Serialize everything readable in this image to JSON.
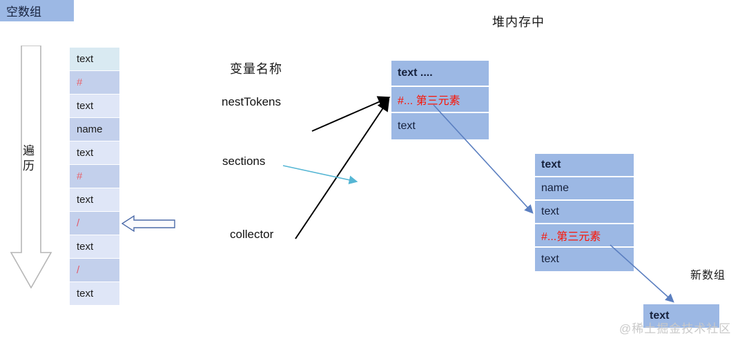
{
  "diagram": {
    "heap_title": "堆内存中",
    "variables_header": "变量名称",
    "traverse_label": "遍\n历",
    "watermark": "@稀土掘金技术社区",
    "new_array_label": "新数组",
    "colors": {
      "heap_box_fill": "#9cb8e4",
      "token_light": "#dfe6f7",
      "token_dark": "#c3d0ec",
      "token_top": "#d9eaf2",
      "red_text": "#fa1405",
      "token_symbol": "#e8636c",
      "connector_blue": "#5b7fc0",
      "connector_teal": "#55b6d4",
      "connector_black": "#000000"
    }
  },
  "token_column": {
    "cells": [
      {
        "text": "text",
        "shade": "c",
        "kind": "text"
      },
      {
        "text": "#",
        "shade": "b",
        "kind": "sym"
      },
      {
        "text": "text",
        "shade": "a",
        "kind": "text"
      },
      {
        "text": "name",
        "shade": "b",
        "kind": "text"
      },
      {
        "text": "text",
        "shade": "a",
        "kind": "text"
      },
      {
        "text": "#",
        "shade": "b",
        "kind": "sym"
      },
      {
        "text": "text",
        "shade": "a",
        "kind": "text"
      },
      {
        "text": "/",
        "shade": "b",
        "kind": "slash"
      },
      {
        "text": "text",
        "shade": "a",
        "kind": "text"
      },
      {
        "text": "/",
        "shade": "b",
        "kind": "slash"
      },
      {
        "text": "text",
        "shade": "a",
        "kind": "text"
      }
    ]
  },
  "variables": [
    {
      "name": "nestTokens"
    },
    {
      "name": "sections"
    },
    {
      "name": "collector"
    }
  ],
  "heap_boxes": {
    "nest_tokens": {
      "rows": [
        {
          "text": "text ....",
          "style": "bold"
        },
        {
          "text": "#... 第三元素",
          "style": "red"
        },
        {
          "text": "text",
          "style": "plain"
        }
      ]
    },
    "sections_array": {
      "text": "空数组"
    },
    "child_array": {
      "rows": [
        {
          "text": "text",
          "style": "bold"
        },
        {
          "text": "name",
          "style": "plain"
        },
        {
          "text": "text",
          "style": "plain"
        },
        {
          "text": "#...第三元素",
          "style": "red"
        },
        {
          "text": "text",
          "style": "plain"
        }
      ]
    },
    "new_array": {
      "rows": [
        {
          "text": "text",
          "style": "bold"
        }
      ]
    }
  }
}
